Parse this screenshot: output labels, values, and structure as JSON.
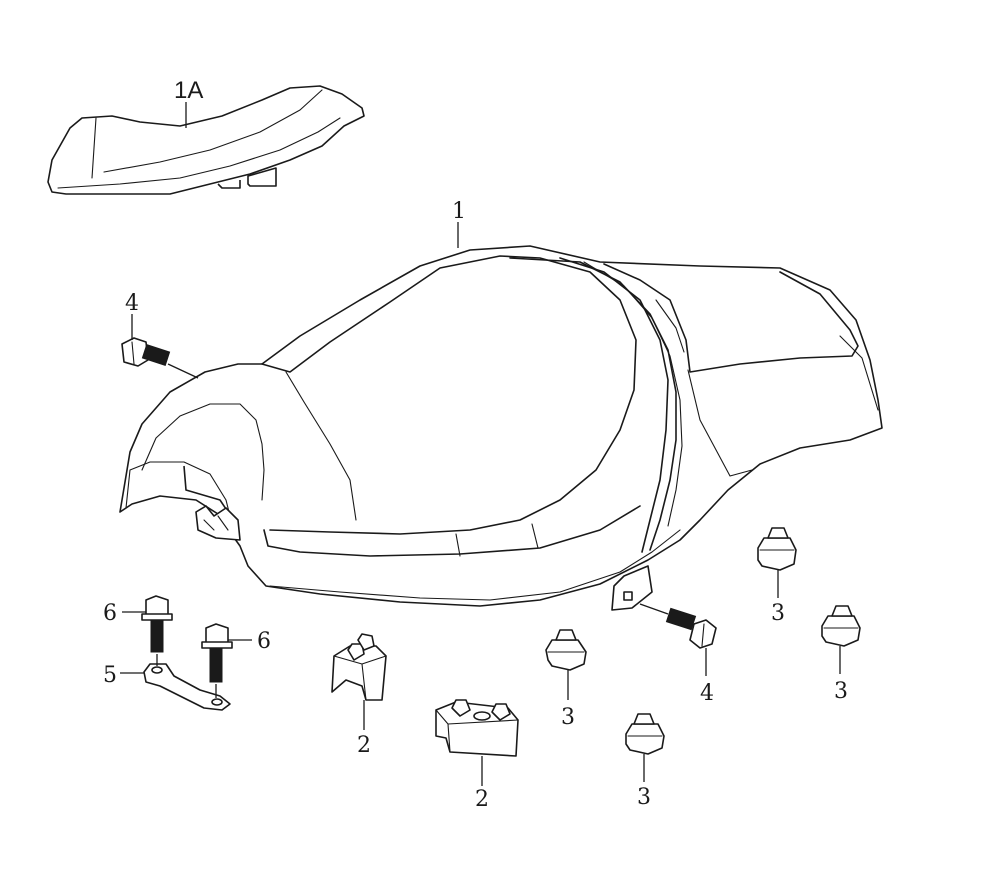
{
  "callouts": {
    "seat_alt": "1A",
    "seat": "1",
    "bolt_top_left": "4",
    "bolt_right": "4",
    "bolt_a": "6",
    "bolt_b": "6",
    "bracket": "5",
    "holder_small": "2",
    "holder_large": "2",
    "cushion_a": "3",
    "cushion_b": "3",
    "cushion_c": "3",
    "cushion_d": "3"
  }
}
